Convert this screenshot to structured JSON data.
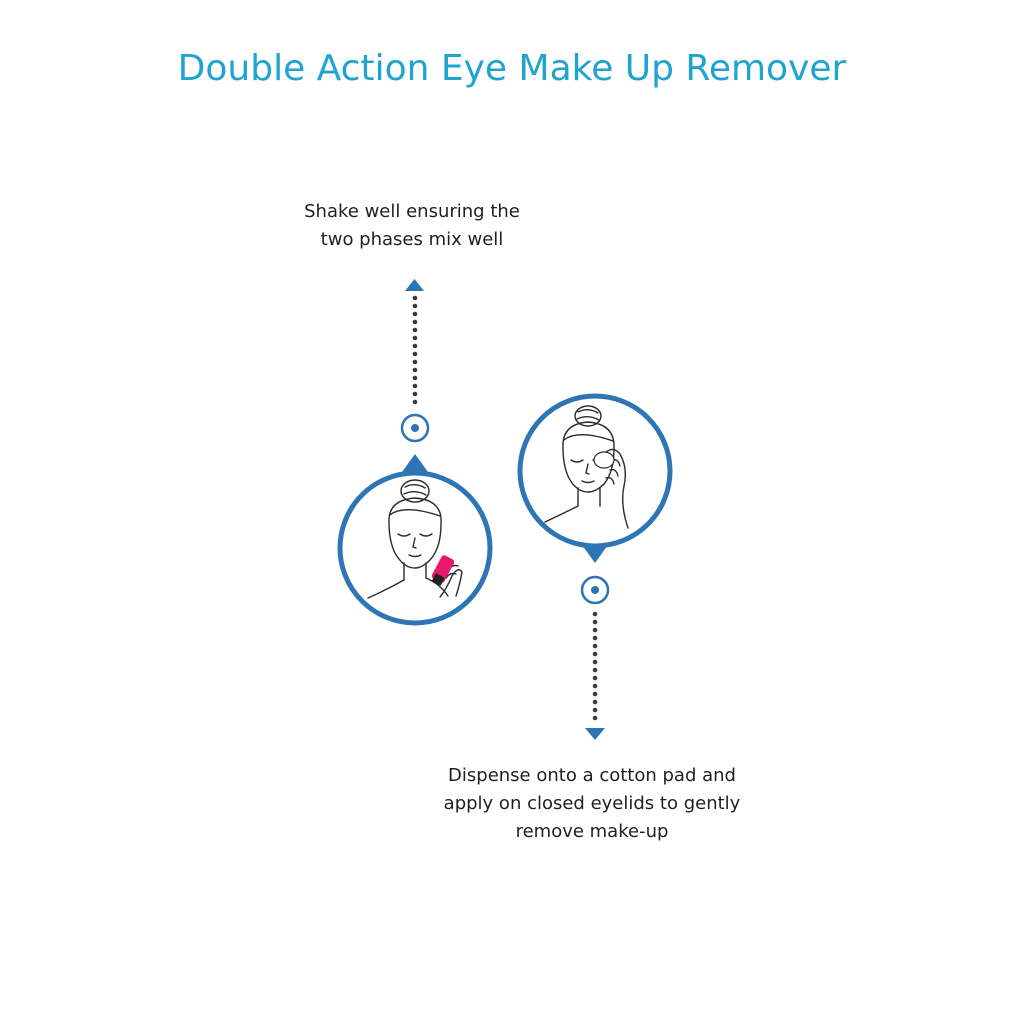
{
  "title": "Double Action Eye Make Up Remover",
  "steps": [
    {
      "lines": [
        "Shake well ensuring the",
        "two phases mix well"
      ],
      "illustration": "woman-shaking-bottle",
      "arrow_direction": "up"
    },
    {
      "lines": [
        "Dispense onto a cotton pad and",
        "apply on closed eyelids to gently",
        "remove make-up"
      ],
      "illustration": "woman-wiping-eye-with-cotton-pad",
      "arrow_direction": "down"
    }
  ],
  "colors": {
    "title": "#1fa3cf",
    "accent": "#2e75b6",
    "dots": "#3b3b3b",
    "text": "#1f1f1f",
    "bottle": "#e8186d"
  }
}
